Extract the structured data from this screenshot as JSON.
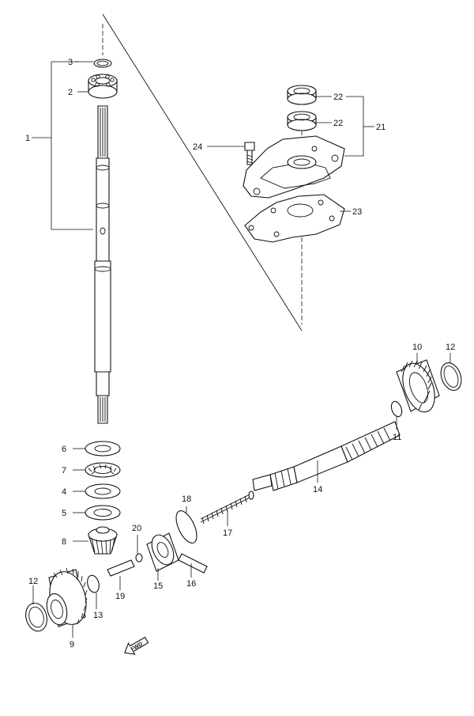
{
  "callouts": {
    "p1": "1",
    "p2": "2",
    "p3": "3",
    "p4": "4",
    "p5": "5",
    "p6": "6",
    "p7": "7",
    "p8": "8",
    "p9": "9",
    "p10": "10",
    "p11": "11",
    "p12a": "12",
    "p12b": "12",
    "p13": "13",
    "p14": "14",
    "p15": "15",
    "p16": "16",
    "p17": "17",
    "p18": "18",
    "p19": "19",
    "p20": "20",
    "p21": "21",
    "p22a": "22",
    "p22b": "22",
    "p23": "23",
    "p24": "24"
  },
  "direction_label": "FWD"
}
